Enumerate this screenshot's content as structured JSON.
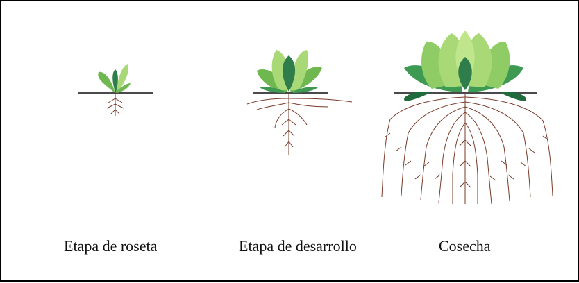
{
  "stages": [
    {
      "label": "Etapa de roseta"
    },
    {
      "label": "Etapa de desarrollo"
    },
    {
      "label": "Cosecha"
    }
  ],
  "colors": {
    "border": "#000000",
    "soil_line": "#4a4a4a",
    "root": "#7a3b2a",
    "leaf_light": "#a9d977",
    "leaf_mid": "#6fb84f",
    "leaf_dark": "#2f7d4a",
    "leaf_core": "#1f6b3e"
  }
}
